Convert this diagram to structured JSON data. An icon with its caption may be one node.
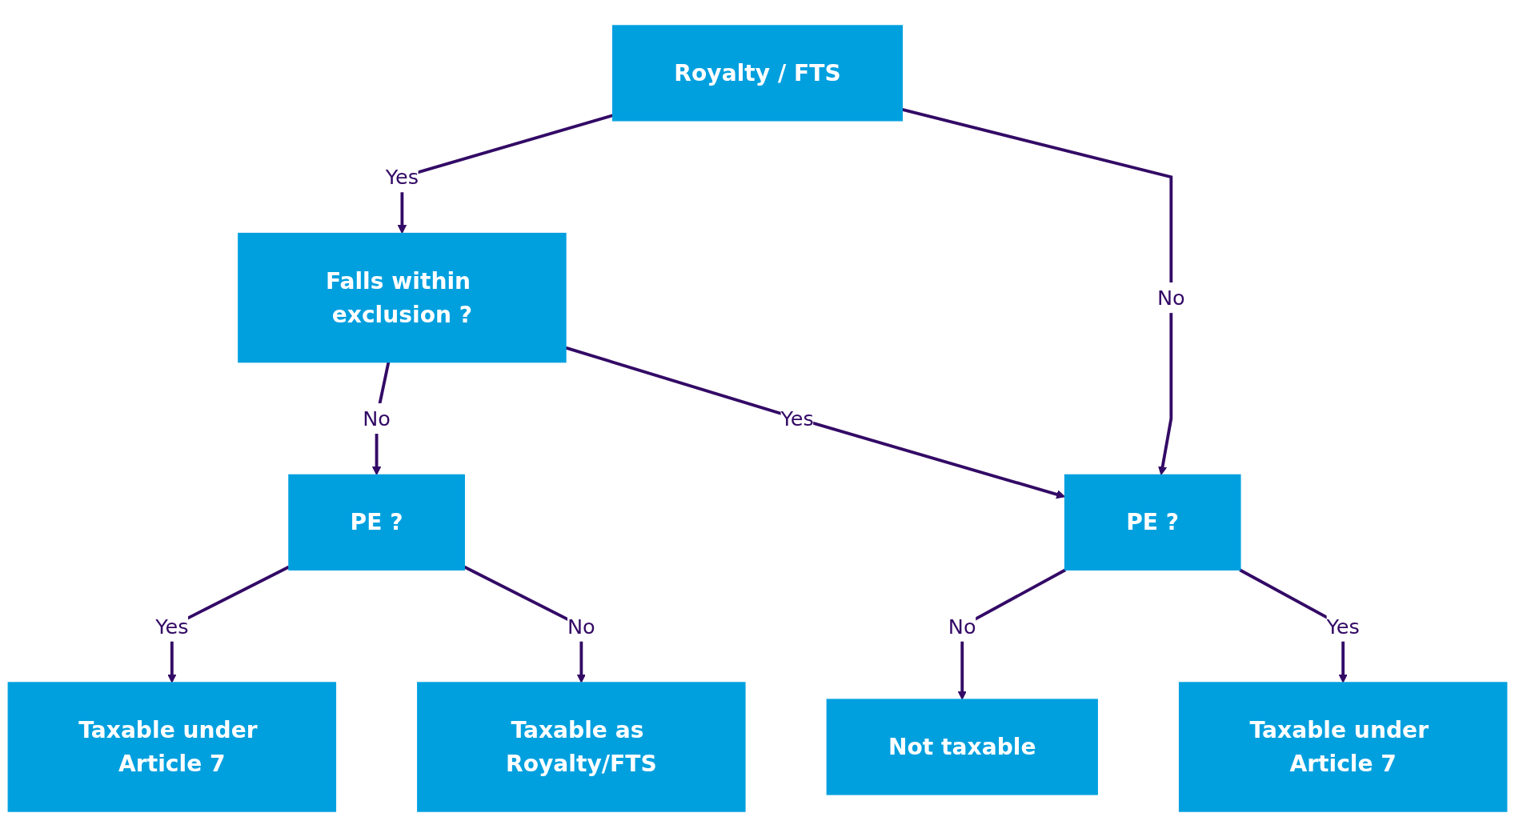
{
  "diagram": {
    "nodes": [
      {
        "text": [
          "Royalty / FTS"
        ]
      },
      {
        "text": [
          "Falls within exclusion ?"
        ]
      },
      {
        "text": [
          "PE ?"
        ]
      },
      {
        "text": [
          "Taxable under Article 7"
        ]
      },
      {
        "text": [
          "Taxable as Royalty/FTS"
        ]
      },
      {
        "text": [
          "PE ?"
        ]
      },
      {
        "text": [
          "Not taxable"
        ]
      },
      {
        "text": [
          "Taxable under Article 7"
        ]
      }
    ],
    "edges": [
      {
        "from": 0,
        "to": 1,
        "arrow": "to",
        "label": "Yes"
      },
      {
        "from": 0,
        "to": 5,
        "arrow": "to",
        "label": "No"
      },
      {
        "from": 1,
        "to": 2,
        "arrow": "to",
        "label": "No"
      },
      {
        "from": 2,
        "to": 3,
        "arrow": "to",
        "label": "Yes"
      },
      {
        "from": 2,
        "to": 4,
        "arrow": "to",
        "label": "No"
      },
      {
        "from": 1,
        "to": 5,
        "arrow": "to",
        "label": "Yes"
      },
      {
        "from": 5,
        "to": 6,
        "arrow": "to",
        "label": "No"
      },
      {
        "from": 5,
        "to": 7,
        "arrow": "to",
        "label": "Yes"
      }
    ]
  }
}
